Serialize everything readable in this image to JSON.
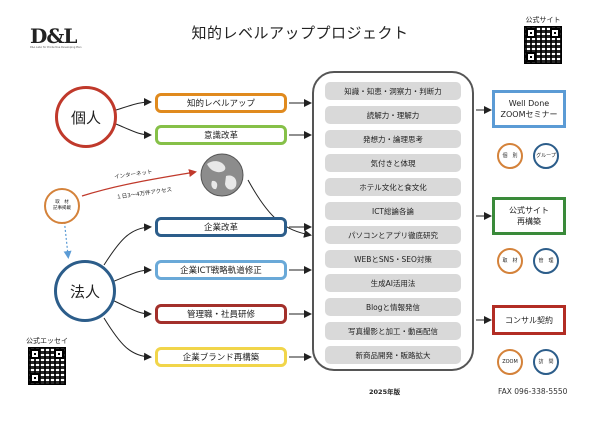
{
  "header": {
    "logo": "D&L",
    "logo_sub": "D&L Labo for Productive Developing Plan",
    "title": "知的レベルアッププロジェクト"
  },
  "qr": {
    "site_label": "公式サイト",
    "essay_label": "公式エッセイ"
  },
  "left": {
    "individual": "個人",
    "corporate": "法人",
    "interview": [
      "取　材",
      "記事掲載"
    ],
    "internet_label": "インターネット",
    "access_label": "１日3〜4万件アクセス",
    "globe_icon": "globe-icon"
  },
  "middle_pills": [
    {
      "label": "知的レベルアップ",
      "color": "#e08a1e"
    },
    {
      "label": "意識改革",
      "color": "#86c048"
    },
    {
      "label": "企業改革",
      "color": "#2c5d8a"
    },
    {
      "label": "企業ICT戦略軌道修正",
      "color": "#6aa9d8"
    },
    {
      "label": "管理職・社員研修",
      "color": "#a3302b"
    },
    {
      "label": "企業ブランド再構築",
      "color": "#f1d54a"
    }
  ],
  "services": [
    "知識・知恵・洞察力・判断力",
    "読解力・理解力",
    "発想力・論理思考",
    "気付きと体現",
    "ホテル文化と食文化",
    "ICT総論各論",
    "パソコンとアプリ徹底研究",
    "WEBとSNS・SEO対策",
    "生成AI活用法",
    "Blogと情報発信",
    "写真撮影と加工・動画配信",
    "新商品開発・販路拡大"
  ],
  "right": {
    "seminar": [
      "Well Done",
      "ZOOMセミナー"
    ],
    "seminar_circles": [
      [
        "個　別"
      ],
      [
        "グループ"
      ]
    ],
    "site_rebuild": [
      "公式サイト",
      "再構築"
    ],
    "site_circles": [
      [
        "取　材"
      ],
      [
        "管　理"
      ]
    ],
    "consult": "コンサル契約",
    "consult_circles": [
      [
        "ZOOM"
      ],
      [
        "訪　問"
      ]
    ]
  },
  "footer": {
    "year": "2025年版",
    "fax": "FAX 096-338-5550"
  }
}
